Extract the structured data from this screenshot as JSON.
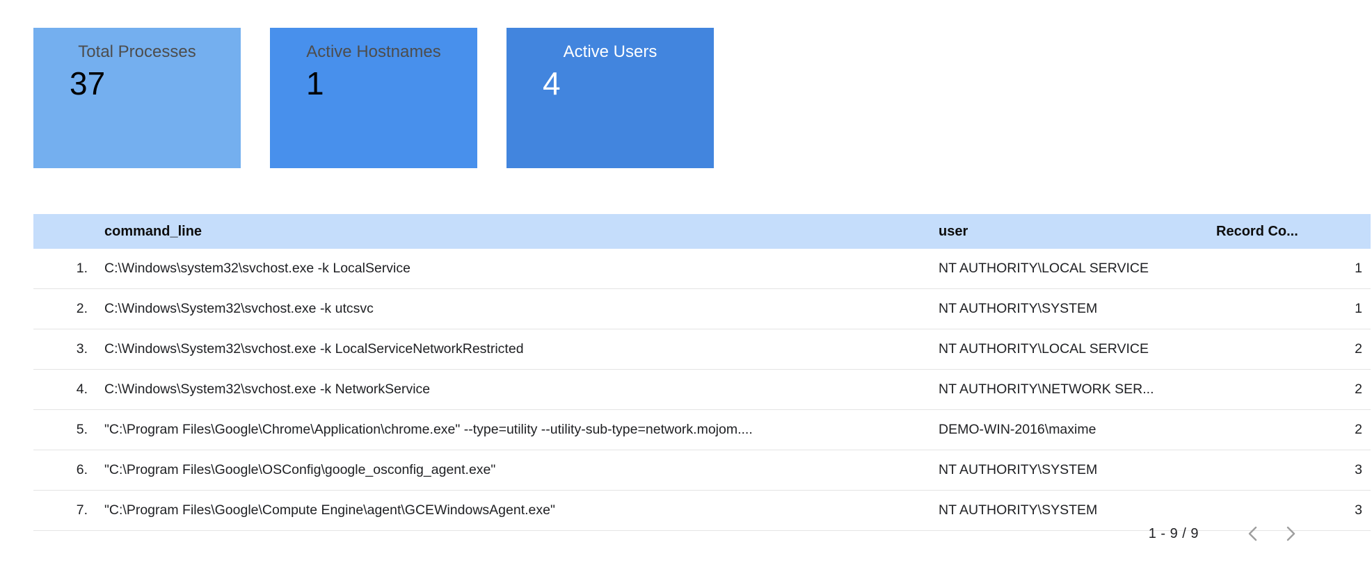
{
  "scorecards": [
    {
      "label": "Total Processes",
      "value": "37",
      "color": "#74afef",
      "text_color": "#4d4d4d"
    },
    {
      "label": "Active Hostnames",
      "value": "1",
      "color": "#4890ec",
      "text_color": "#4d4d4d"
    },
    {
      "label": "Active Users",
      "value": "4",
      "color": "#4285de",
      "text_color": "#ffffff"
    }
  ],
  "table": {
    "headers": {
      "index": "",
      "command_line": "command_line",
      "user": "user",
      "record_count": "Record Co..."
    },
    "header_background": "#c5ddfb",
    "rows": [
      {
        "index": "1.",
        "command_line": "C:\\Windows\\system32\\svchost.exe -k LocalService",
        "user": "NT AUTHORITY\\LOCAL SERVICE",
        "record_count": "1"
      },
      {
        "index": "2.",
        "command_line": "C:\\Windows\\System32\\svchost.exe -k utcsvc",
        "user": "NT AUTHORITY\\SYSTEM",
        "record_count": "1"
      },
      {
        "index": "3.",
        "command_line": "C:\\Windows\\System32\\svchost.exe -k LocalServiceNetworkRestricted",
        "user": "NT AUTHORITY\\LOCAL SERVICE",
        "record_count": "2"
      },
      {
        "index": "4.",
        "command_line": "C:\\Windows\\System32\\svchost.exe -k NetworkService",
        "user": "NT AUTHORITY\\NETWORK SER...",
        "record_count": "2"
      },
      {
        "index": "5.",
        "command_line": "\"C:\\Program Files\\Google\\Chrome\\Application\\chrome.exe\" --type=utility --utility-sub-type=network.mojom....",
        "user": "DEMO-WIN-2016\\maxime",
        "record_count": "2"
      },
      {
        "index": "6.",
        "command_line": "\"C:\\Program Files\\Google\\OSConfig\\google_osconfig_agent.exe\"",
        "user": "NT AUTHORITY\\SYSTEM",
        "record_count": "3"
      },
      {
        "index": "7.",
        "command_line": "\"C:\\Program Files\\Google\\Compute Engine\\agent\\GCEWindowsAgent.exe\"",
        "user": "NT AUTHORITY\\SYSTEM",
        "record_count": "3"
      }
    ]
  },
  "pagination": {
    "range": "1 - 9 / 9",
    "prev_icon": "chevron-left-icon",
    "next_icon": "chevron-right-icon"
  }
}
